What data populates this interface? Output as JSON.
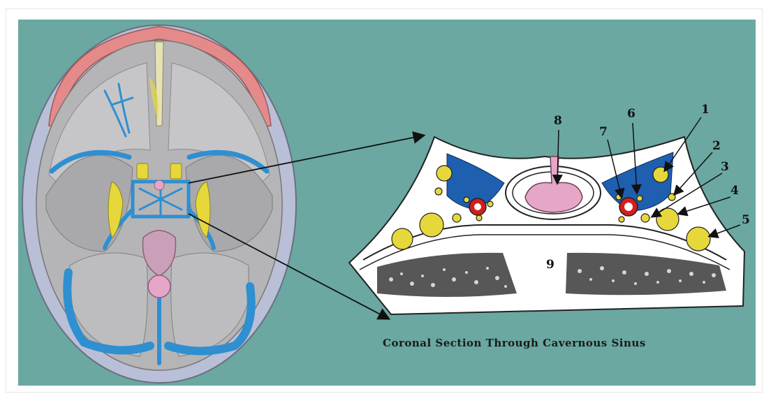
{
  "caption": "Coronal Section Through Cavernous Sinus",
  "labels": {
    "l1": "1",
    "l2": "2",
    "l3": "3",
    "l4": "4",
    "l5": "5",
    "l6": "6",
    "l7": "7",
    "l8": "8",
    "l9": "9"
  },
  "colors": {
    "background": "#6aa8a1",
    "sinus_blue": "#1f5fb0",
    "venous_blue": "#2f8fd0",
    "nerve_yellow": "#e6d83a",
    "carotid_red": "#d41e1e",
    "pituitary_pink": "#e6a6c8",
    "skull_gray": "#b9b9bb",
    "scalp_pink": "#e58a8a",
    "bone_lilac": "#b8bfd6"
  }
}
